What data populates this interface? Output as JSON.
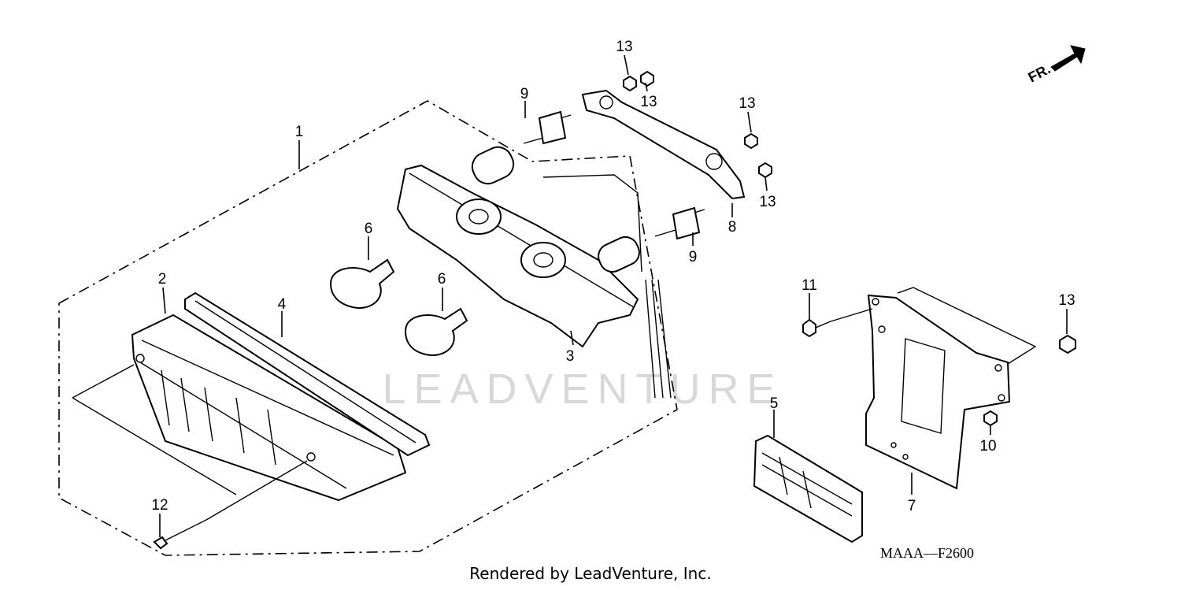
{
  "diagram": {
    "watermark": "LEADVENTURE",
    "front_indicator": "FR.",
    "diagram_code": "MAAA—F2600",
    "credit": "Rendered by LeadVenture, Inc."
  },
  "callouts": {
    "tail_light_assy": "1",
    "lens": "2",
    "base": "3",
    "seal": "4",
    "reflector": "5",
    "bulb_a": "6",
    "bulb_b": "6",
    "license_bracket": "7",
    "stay": "8",
    "grommet_a": "9",
    "grommet_b": "9",
    "nut_10": "10",
    "bolt_11": "11",
    "screw_12": "12",
    "nut_13_a": "13",
    "nut_13_b": "13",
    "nut_13_c": "13",
    "nut_13_d": "13",
    "nut_13_e": "13"
  }
}
